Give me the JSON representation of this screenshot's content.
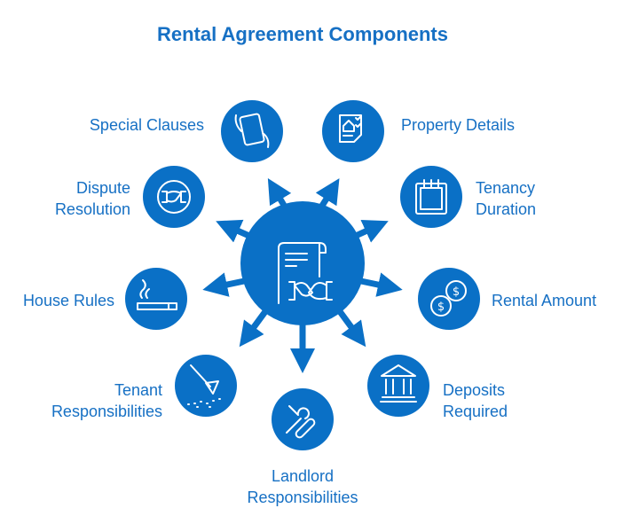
{
  "title": "Rental Agreement Components",
  "colors": {
    "primary": "#0a70c6",
    "text": "#1670c4"
  },
  "center": {
    "icon": "contract-handshake-icon"
  },
  "components": [
    {
      "lines": [
        "Special Clauses"
      ],
      "icon": "tablet-hands-icon"
    },
    {
      "lines": [
        "Property Details"
      ],
      "icon": "house-checklist-icon"
    },
    {
      "lines": [
        "Dispute",
        "Resolution"
      ],
      "icon": "handshake-icon"
    },
    {
      "lines": [
        "Tenancy",
        "Duration"
      ],
      "icon": "calendar-icon"
    },
    {
      "lines": [
        "House Rules"
      ],
      "icon": "no-smoking-icon"
    },
    {
      "lines": [
        "Rental Amount"
      ],
      "icon": "coins-icon"
    },
    {
      "lines": [
        "Tenant",
        "Responsibilities"
      ],
      "icon": "rake-icon"
    },
    {
      "lines": [
        "Deposits",
        "Required"
      ],
      "icon": "bank-icon"
    },
    {
      "lines": [
        "Landlord",
        "Responsibilities"
      ],
      "icon": "tools-icon"
    }
  ]
}
